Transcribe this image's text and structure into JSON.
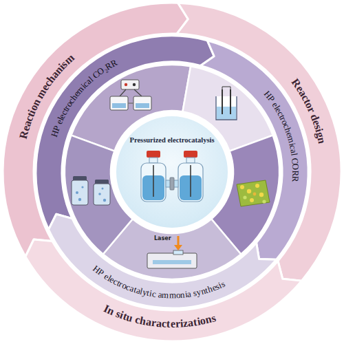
{
  "diagram": {
    "nodes": [
      {
        "text": [
          "Reaction mechanism"
        ]
      },
      {
        "text": [
          "Reactor design"
        ]
      },
      {
        "text": [
          "In situ characterizations"
        ]
      },
      {
        "text": [
          "HP electrochemical CO₂RR"
        ]
      },
      {
        "text": [
          "HP electrochemical CORR"
        ]
      },
      {
        "text": [
          "HP electrocatalytic ammonia synthesis"
        ]
      },
      {
        "text": [
          "Pressurized electrocatalysis"
        ]
      }
    ],
    "labels": [
      "Laser"
    ]
  }
}
